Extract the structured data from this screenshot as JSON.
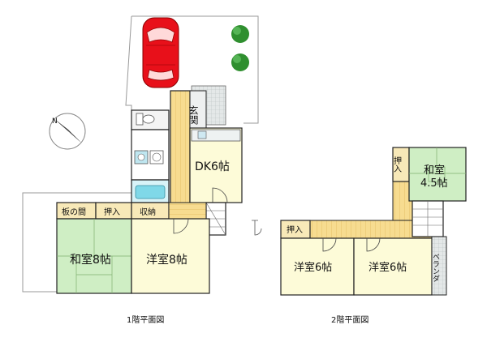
{
  "floor1": {
    "caption": "1階平面図",
    "rooms": {
      "entrance": "玄関",
      "dk": "DK6帖",
      "wood_floor": "板の間",
      "closet_left": "押入",
      "storage": "収納",
      "washitsu": "和室8帖",
      "youshitsu": "洋室8帖"
    }
  },
  "floor2": {
    "caption": "2階平面図",
    "rooms": {
      "closet_top": "押入",
      "washitsu_name": "和室",
      "washitsu_size": "4.5帖",
      "closet_mid": "押入",
      "youshitsu_left": "洋室6帖",
      "youshitsu_right": "洋室6帖",
      "veranda": "ベランダ"
    }
  },
  "compass": {
    "label": "N",
    "icon": "north-arrow-icon"
  },
  "colors": {
    "tatami": "#cfeec4",
    "wood": "#f5d98c",
    "room": "#fdfbd8",
    "closet": "#f8e9b8",
    "tile": "#dfe6e6",
    "bath": "#9fe3ee",
    "car": "#e8101a",
    "tree": "#2f8f2f"
  }
}
